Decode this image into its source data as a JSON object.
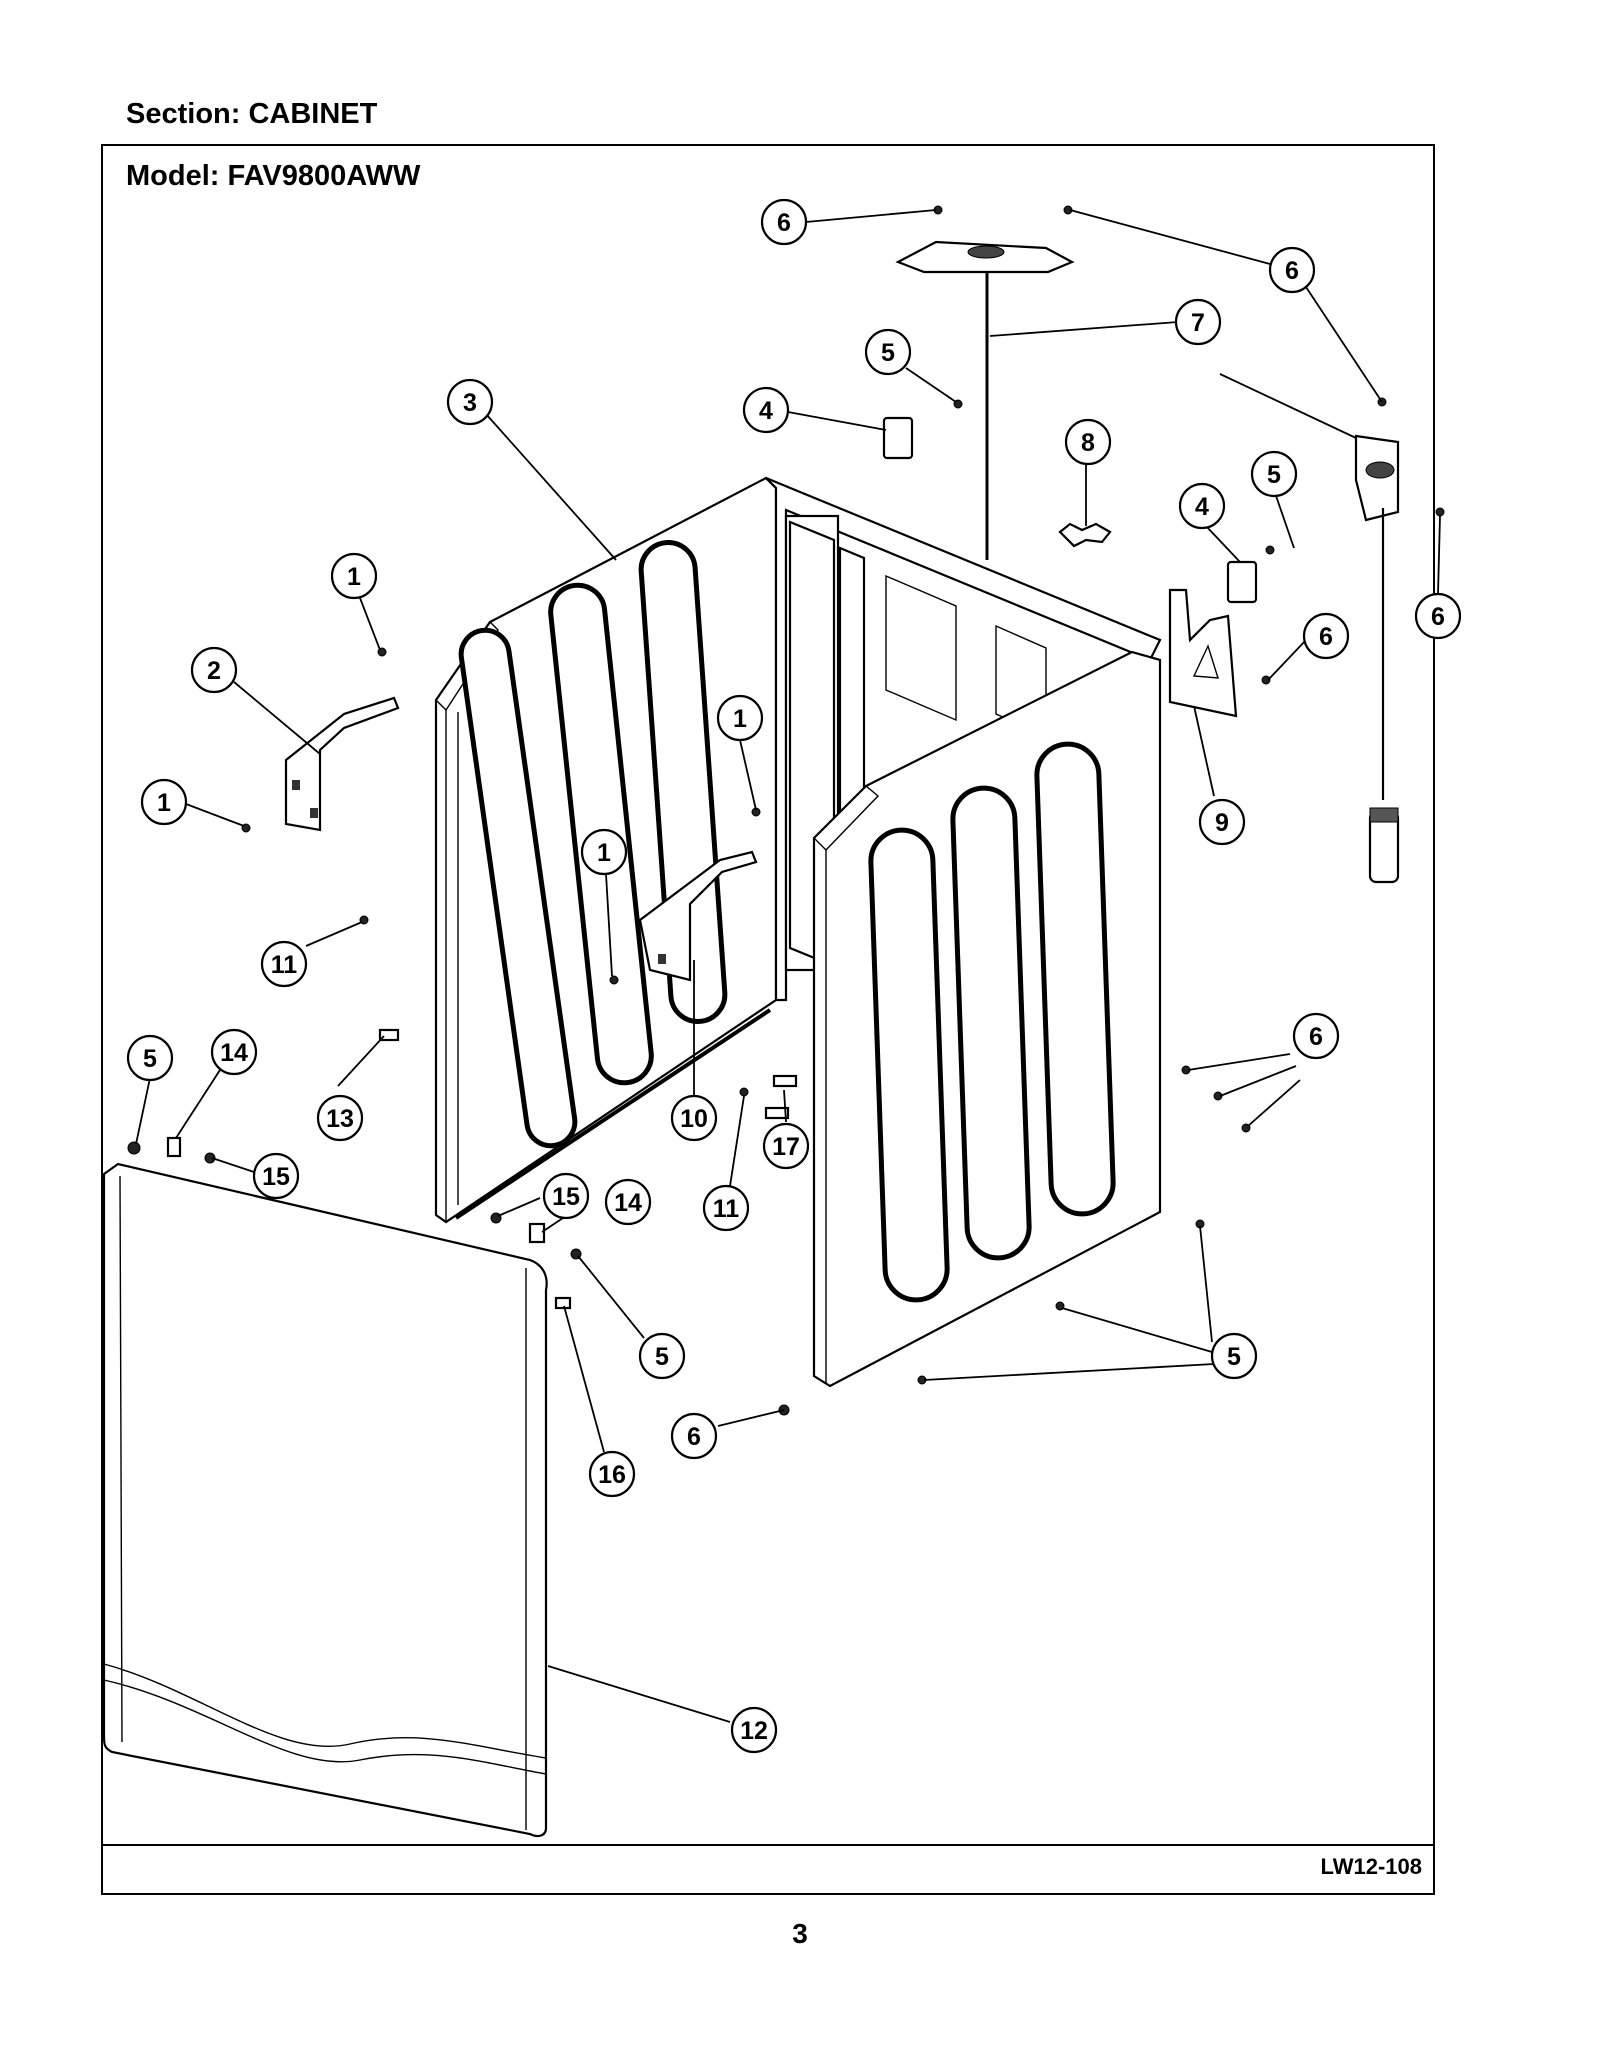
{
  "section": "Section:  CABINET",
  "model": "Model:  FAV9800AWW",
  "reference_code": "LW12-108",
  "page_number": "3",
  "callouts": [
    {
      "id": "c6a",
      "label": "6"
    },
    {
      "id": "c6b",
      "label": "6"
    },
    {
      "id": "c5a",
      "label": "5"
    },
    {
      "id": "c7",
      "label": "7"
    },
    {
      "id": "c3",
      "label": "3"
    },
    {
      "id": "c4a",
      "label": "4"
    },
    {
      "id": "c8",
      "label": "8"
    },
    {
      "id": "c5b",
      "label": "5"
    },
    {
      "id": "c4b",
      "label": "4"
    },
    {
      "id": "c6c",
      "label": "6"
    },
    {
      "id": "c1a",
      "label": "1"
    },
    {
      "id": "c6d",
      "label": "6"
    },
    {
      "id": "c2",
      "label": "2"
    },
    {
      "id": "c1b",
      "label": "1"
    },
    {
      "id": "c9",
      "label": "9"
    },
    {
      "id": "c1c",
      "label": "1"
    },
    {
      "id": "c1d",
      "label": "1"
    },
    {
      "id": "c11a",
      "label": "11"
    },
    {
      "id": "c6e",
      "label": "6"
    },
    {
      "id": "c5c",
      "label": "5"
    },
    {
      "id": "c14a",
      "label": "14"
    },
    {
      "id": "c13",
      "label": "13"
    },
    {
      "id": "c10",
      "label": "10"
    },
    {
      "id": "c17",
      "label": "17"
    },
    {
      "id": "c15a",
      "label": "15"
    },
    {
      "id": "c15b",
      "label": "15"
    },
    {
      "id": "c14b",
      "label": "14"
    },
    {
      "id": "c11b",
      "label": "11"
    },
    {
      "id": "c5d",
      "label": "5"
    },
    {
      "id": "c5e",
      "label": "5"
    },
    {
      "id": "c6f",
      "label": "6"
    },
    {
      "id": "c16",
      "label": "16"
    },
    {
      "id": "c12",
      "label": "12"
    }
  ]
}
